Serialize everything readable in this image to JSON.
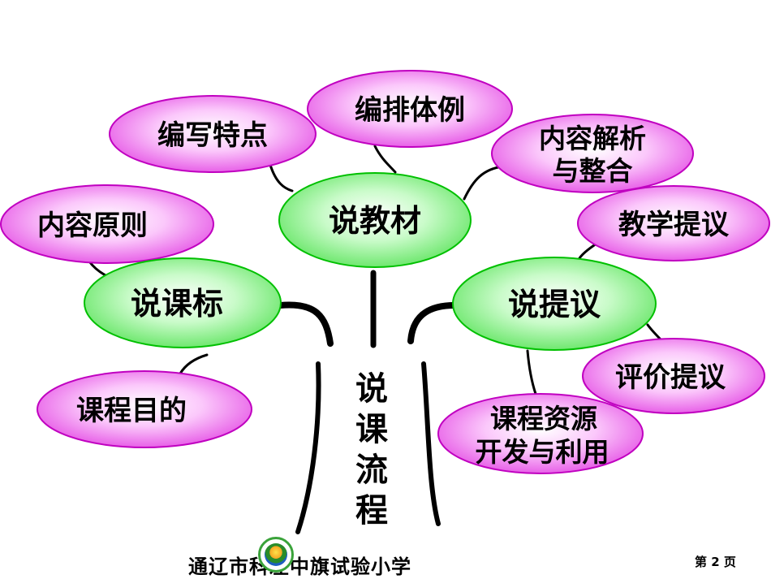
{
  "title": "说课流程",
  "nodes": {
    "center_jiaocai": "说教材",
    "center_kebiao": "说课标",
    "center_tiyi": "说提议",
    "bianpai": "编排体例",
    "bianxie": "编写特点",
    "neirong_jiexi_line1": "内容解析",
    "neirong_jiexi_line2": "与整合",
    "neirong_yuanze": "内容原则",
    "kecheng_mudi": "课程目的",
    "jiaoxue_tiyi": "教学提议",
    "pingjia_tiyi": "评价提议",
    "ziyuan_line1": "课程资源",
    "ziyuan_line2": "开发与利用"
  },
  "footer": {
    "school": "通辽市科左中旗试验小学",
    "page": "第 2 页"
  },
  "colors": {
    "pink_fill": "#f07cf0",
    "pink_border": "#c000c0",
    "green_fill": "#8ef58e",
    "green_border": "#00c000",
    "branch": "#000000"
  },
  "icons": {
    "logo": "school-logo-icon"
  }
}
